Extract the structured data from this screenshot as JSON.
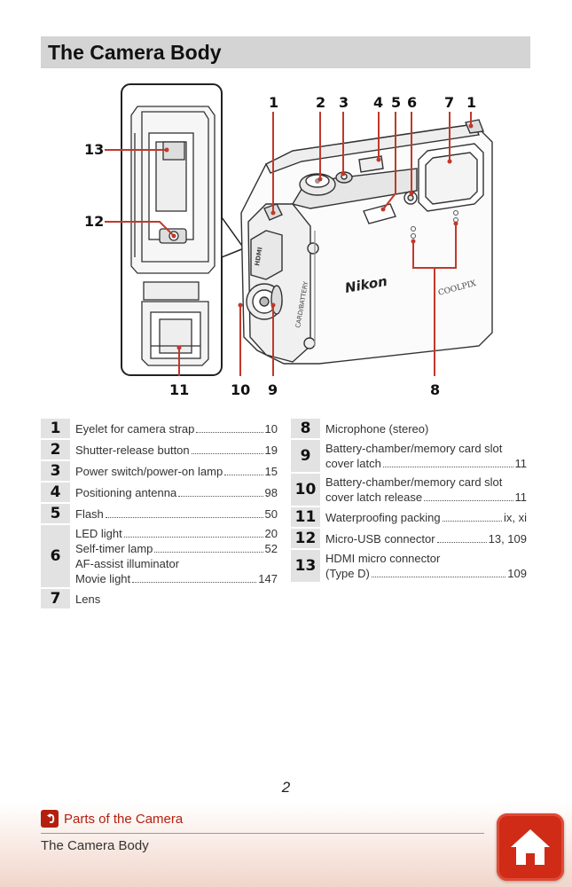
{
  "title": "The Camera Body",
  "callouts": {
    "c1a": "1",
    "c2": "2",
    "c3": "3",
    "c4": "4",
    "c5": "5",
    "c6": "6",
    "c7": "7",
    "c1b": "1",
    "c13": "13",
    "c12": "12",
    "c11": "11",
    "c10": "10",
    "c9": "9",
    "c8": "8"
  },
  "camera_text": {
    "brand": "Nikon",
    "model": "COOLPIX",
    "side_label": "CARD/BATTERY",
    "hdmi_label": "HDMI"
  },
  "left_parts": [
    {
      "num": "1",
      "lines": [
        {
          "label": "Eyelet for camera strap",
          "page": "10"
        }
      ]
    },
    {
      "num": "2",
      "lines": [
        {
          "label": "Shutter-release button",
          "page": "19"
        }
      ]
    },
    {
      "num": "3",
      "lines": [
        {
          "label": "Power switch/power-on lamp",
          "page": "15"
        }
      ]
    },
    {
      "num": "4",
      "lines": [
        {
          "label": "Positioning antenna",
          "page": "98"
        }
      ]
    },
    {
      "num": "5",
      "lines": [
        {
          "label": "Flash",
          "page": "50"
        }
      ]
    },
    {
      "num": "6",
      "lines": [
        {
          "label": "LED light",
          "page": "20"
        },
        {
          "label": "Self-timer lamp",
          "page": "52"
        },
        {
          "label": "AF-assist illuminator",
          "page": ""
        },
        {
          "label": "Movie light",
          "page": "147"
        }
      ]
    },
    {
      "num": "7",
      "lines": [
        {
          "label": "Lens",
          "page": ""
        }
      ]
    }
  ],
  "right_parts": [
    {
      "num": "8",
      "lines": [
        {
          "label": "Microphone (stereo)",
          "page": ""
        }
      ]
    },
    {
      "num": "9",
      "lines": [
        {
          "label": "Battery-chamber/memory card slot",
          "page": ""
        },
        {
          "label": "cover latch",
          "page": "11"
        }
      ]
    },
    {
      "num": "10",
      "lines": [
        {
          "label": "Battery-chamber/memory card slot",
          "page": ""
        },
        {
          "label": "cover latch release",
          "page": "11"
        }
      ]
    },
    {
      "num": "11",
      "lines": [
        {
          "label": "Waterproofing packing",
          "page": "ix, xi"
        }
      ]
    },
    {
      "num": "12",
      "lines": [
        {
          "label": "Micro-USB connector",
          "page": "13, 109"
        }
      ]
    },
    {
      "num": "13",
      "lines": [
        {
          "label": "HDMI micro connector",
          "page": ""
        },
        {
          "label": "(Type D)",
          "page": "109"
        }
      ]
    }
  ],
  "page_number": "2",
  "footer": {
    "link": "Parts of the Camera",
    "subtitle": "The Camera Body"
  },
  "icons": {
    "back": "back-arrow-icon",
    "home": "home-icon"
  },
  "colors": {
    "accent": "#b32010",
    "callout_line": "#c0392b",
    "home": "#cf2b16"
  }
}
